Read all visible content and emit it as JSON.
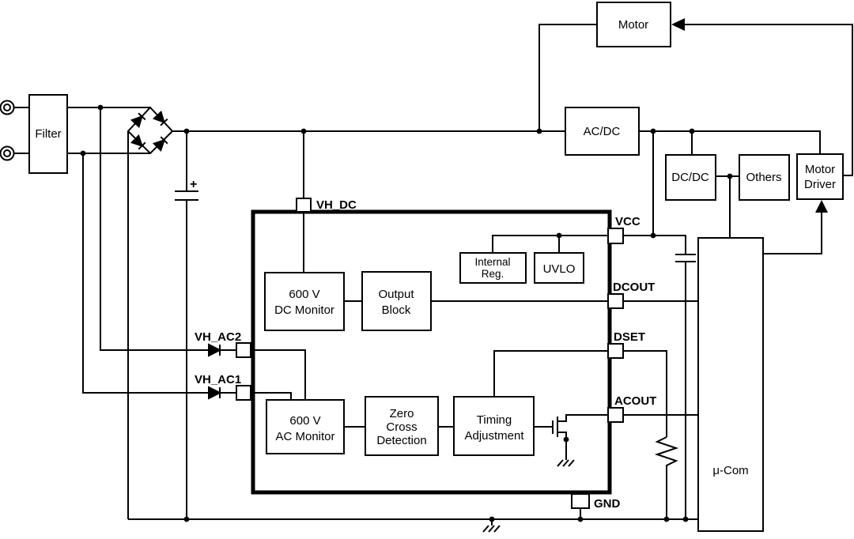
{
  "blocks": {
    "filter": {
      "label": "Filter"
    },
    "motor": {
      "label": "Motor"
    },
    "ac_dc": {
      "label": "AC/DC"
    },
    "dc_dc": {
      "label": "DC/DC"
    },
    "others": {
      "label": "Others"
    },
    "motor_driver": {
      "line1": "Motor",
      "line2": "Driver"
    },
    "mcu": {
      "label": "μ-Com"
    },
    "dc_monitor": {
      "line1": "600 V",
      "line2": "DC Monitor"
    },
    "output_block": {
      "line1": "Output",
      "line2": "Block"
    },
    "internal_reg": {
      "line1": "Internal",
      "line2": "Reg."
    },
    "uvlo": {
      "label": "UVLO"
    },
    "ac_monitor": {
      "line1": "600 V",
      "line2": "AC Monitor"
    },
    "zero_cross": {
      "line1": "Zero",
      "line2": "Cross",
      "line3": "Detection"
    },
    "timing_adjustment": {
      "line1": "Timing",
      "line2": "Adjustment"
    }
  },
  "pins": {
    "vh_dc": "VH_DC",
    "vcc": "VCC",
    "dcout": "DCOUT",
    "dset": "DSET",
    "acout": "ACOUT",
    "gnd": "GND",
    "vh_ac2": "VH_AC2",
    "vh_ac1": "VH_AC1"
  },
  "symbols": {
    "capacitor_polarity": "+"
  },
  "colors": {
    "line": "#000000",
    "background": "#ffffff"
  }
}
